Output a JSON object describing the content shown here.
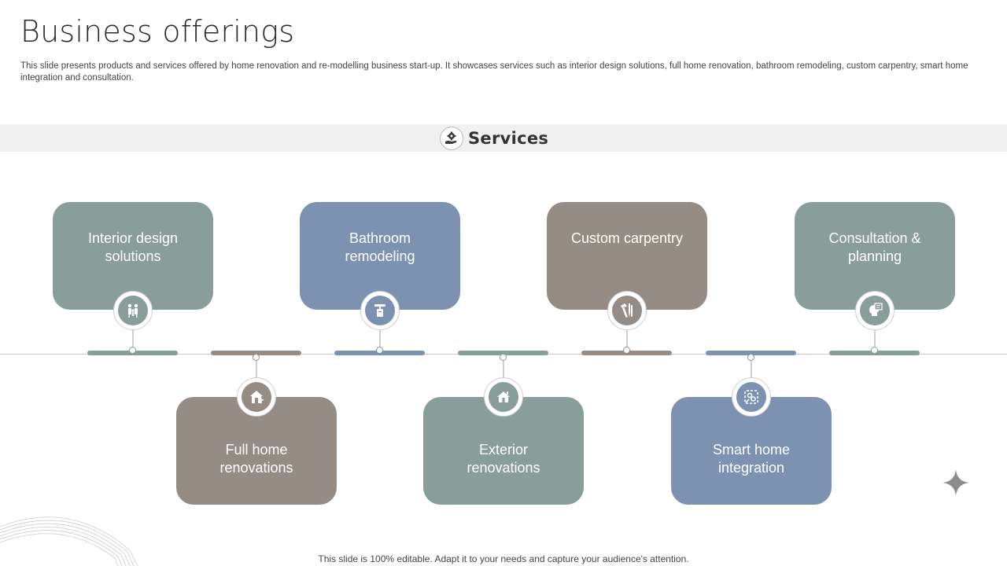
{
  "header": {
    "title": "Business offerings",
    "subtitle": "This slide presents products and services offered by home renovation and re-modelling business start-up. It showcases services such as interior design solutions, full home renovation, bathroom remodeling, custom carpentry, smart home integration and consultation."
  },
  "band": {
    "label": "Services",
    "icon": "hand-gear-icon"
  },
  "services": {
    "top": [
      {
        "label": "Interior design solutions",
        "color": "#899d9a",
        "icon": "family-icon"
      },
      {
        "label": "Bathroom remodeling",
        "color": "#7d92b1",
        "icon": "shower-icon"
      },
      {
        "label": "Custom carpentry",
        "color": "#968c86",
        "icon": "tools-icon"
      },
      {
        "label": "Consultation & planning",
        "color": "#899d9a",
        "icon": "head-plan-icon"
      }
    ],
    "bottom": [
      {
        "label": "Full home renovations",
        "color": "#968c86",
        "icon": "house-renovation-icon"
      },
      {
        "label": "Exterior renovations",
        "color": "#899d9a",
        "icon": "house-exterior-icon"
      },
      {
        "label": "Smart home integration",
        "color": "#7d92b1",
        "icon": "smart-home-icon"
      }
    ]
  },
  "colors": {
    "teal": "#899d9a",
    "blue": "#7d92b1",
    "taupe": "#968c86"
  },
  "footer": {
    "note": "This slide is 100% editable. Adapt it to your needs and capture your audience's attention."
  }
}
